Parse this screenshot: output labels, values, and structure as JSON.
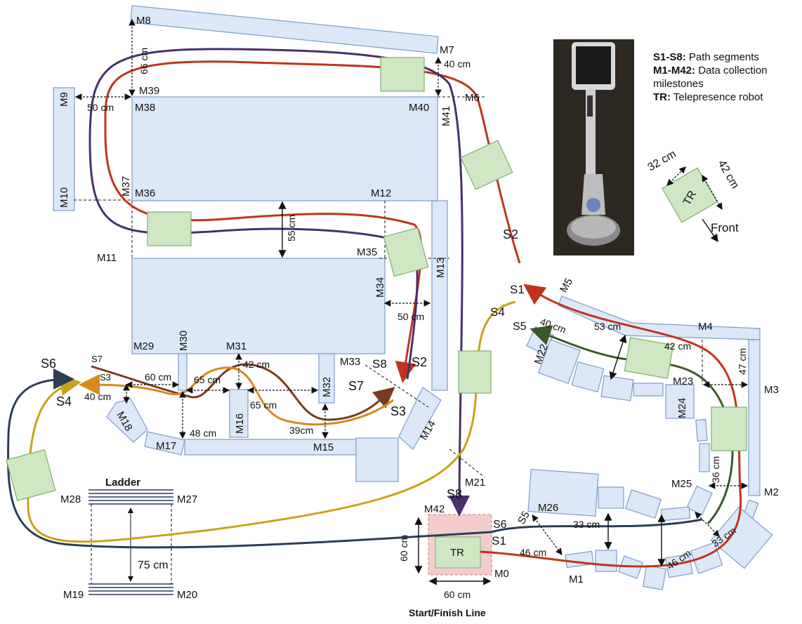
{
  "legend": {
    "segments_key": "S1-S8:",
    "segments_val": "Path segments",
    "milestones_key": "M1-M42:",
    "milestones_val": "Data collection milestones",
    "tr_key": "TR:",
    "tr_val": "Telepresence robot"
  },
  "robot_key": {
    "w": "32 cm",
    "l": "42 cm",
    "label": "TR",
    "front": "Front"
  },
  "start": {
    "label": "Start/Finish Line",
    "tr": "TR",
    "w": "60 cm",
    "h": "60 cm"
  },
  "ladder": {
    "title": "Ladder",
    "gap": "75 cm"
  },
  "milestones": {
    "m0": "M0",
    "m1": "M1",
    "m2": "M2",
    "m3": "M3",
    "m4": "M4",
    "m5": "M5",
    "m6": "M6",
    "m7": "M7",
    "m8": "M8",
    "m9": "M9",
    "m10": "M10",
    "m11": "M11",
    "m12": "M12",
    "m13": "M13",
    "m14": "M14",
    "m15": "M15",
    "m16": "M16",
    "m17": "M17",
    "m18": "M18",
    "m19": "M19",
    "m20": "M20",
    "m21": "M21",
    "m22": "M22",
    "m23": "M23",
    "m24": "M24",
    "m25": "M25",
    "m26": "M26",
    "m27": "M27",
    "m28": "M28",
    "m29": "M29",
    "m30": "M30",
    "m31": "M31",
    "m32": "M32",
    "m33": "M33",
    "m34": "M34",
    "m35": "M35",
    "m36": "M36",
    "m37": "M37",
    "m38": "M38",
    "m39": "M39",
    "m40": "M40",
    "m41": "M41",
    "m42": "M42"
  },
  "segments": {
    "s1a": "S1",
    "s1b": "S1",
    "s2a": "S2",
    "s2b": "S2",
    "s3a": "S3",
    "s3b": "S3",
    "s4a": "S4",
    "s4b": "S4",
    "s5a": "S5",
    "s5b": "S5",
    "s6a": "S6",
    "s6b": "S6",
    "s7a": "S7",
    "s7b": "S7",
    "s8a": "S8",
    "s8b": "S8"
  },
  "dims": {
    "d66": "66 cm",
    "d50a": "50 cm",
    "d40a": "40 cm",
    "d55": "55 cm",
    "d50b": "50 cm",
    "d60a": "60 cm",
    "d65a": "65 cm",
    "d65b": "65 cm",
    "d42a": "42 cm",
    "d40b": "40 cm",
    "d48": "48 cm",
    "d39": "39cm",
    "d53": "53 cm",
    "d40c": "40 cm",
    "d42b": "42 cm",
    "d47": "47 cm",
    "d36": "36 cm",
    "d33a": "33 cm",
    "d33b": "33 cm",
    "d46a": "46 cm",
    "d46b": "46 cm"
  },
  "colors": {
    "obstacle_fill": "#dce8f7",
    "obstacle_stroke": "#7d9ccc",
    "robot_fill": "#cfe8c3",
    "robot_stroke": "#7fb06a",
    "start_fill": "#f4cccc",
    "path_red": "#c0341d",
    "path_darkred": "#b52a1e",
    "path_purple": "#4a2e6e",
    "path_olive": "#c9a21c",
    "path_green": "#3a5a2a",
    "path_navy": "#2c3e55",
    "path_brown": "#7a3a1e",
    "path_orange": "#d88a1c"
  }
}
